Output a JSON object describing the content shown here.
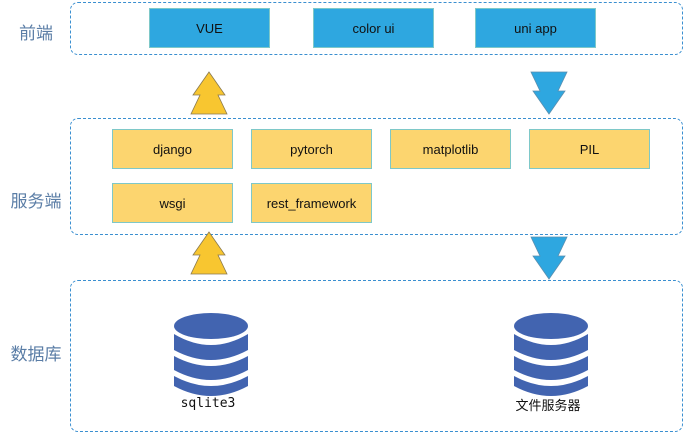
{
  "layers": {
    "frontend": {
      "label": "前端",
      "items": [
        "VUE",
        "color ui",
        "uni app"
      ]
    },
    "server": {
      "label": "服务端",
      "items": [
        "django",
        "pytorch",
        "matplotlib",
        "PIL",
        "wsgi",
        "rest_framework"
      ]
    },
    "database": {
      "label": "数据库",
      "items": [
        "sqlite3",
        "文件服务器"
      ]
    }
  },
  "colors": {
    "frontend_box": "#2ea7e0",
    "server_box": "#fcd56f",
    "database_icon": "#4264b0",
    "up_arrow": "#f8c630",
    "down_arrow": "#2ea7e0",
    "dashed_border": "#3a8fd0"
  }
}
